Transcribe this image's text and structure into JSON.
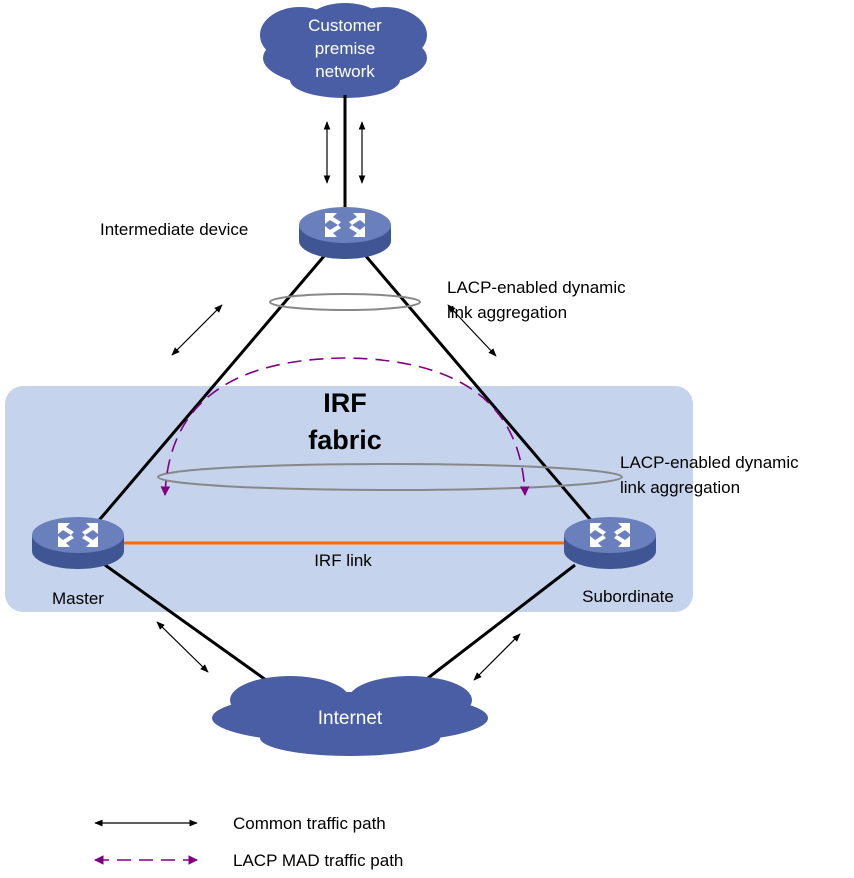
{
  "clouds": {
    "top": [
      "Customer",
      "premise",
      "network"
    ],
    "bottom": "Internet"
  },
  "fabric": {
    "title_line1": "IRF",
    "title_line2": "fabric",
    "fill": "#c5d3ec"
  },
  "devices": {
    "intermediate": "Intermediate device",
    "master": "Master",
    "subordinate": "Subordinate"
  },
  "links": {
    "irf_link": "IRF link",
    "aggregation_top": [
      "LACP-enabled dynamic",
      "link aggregation"
    ],
    "aggregation_mid": [
      "LACP-enabled dynamic",
      "link aggregation"
    ]
  },
  "legend": {
    "common": "Common traffic path",
    "mad": "LACP MAD traffic path"
  },
  "colors": {
    "cloud": "#4a5ea5",
    "irf_link": "#ff6a00",
    "mad": "#800080",
    "device": "#5a72b0"
  }
}
